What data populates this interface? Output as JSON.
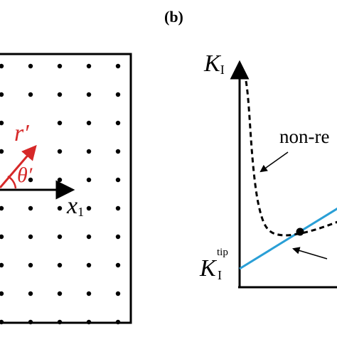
{
  "panel_label": "(b)",
  "left_panel": {
    "radius_label": "r′",
    "angle_label": "θ′",
    "axis_label": "x",
    "axis_subscript": "1",
    "colors": {
      "annotation": "#d62828",
      "ink": "#000000"
    }
  },
  "right_panel": {
    "y_axis_label": "K",
    "y_axis_subscript": "I",
    "tip_label": "K",
    "tip_subscript": "I",
    "tip_superscript": "tip",
    "curve_label": "non-re",
    "colors": {
      "line": "#2a9fd6",
      "curve": "#000000"
    }
  }
}
